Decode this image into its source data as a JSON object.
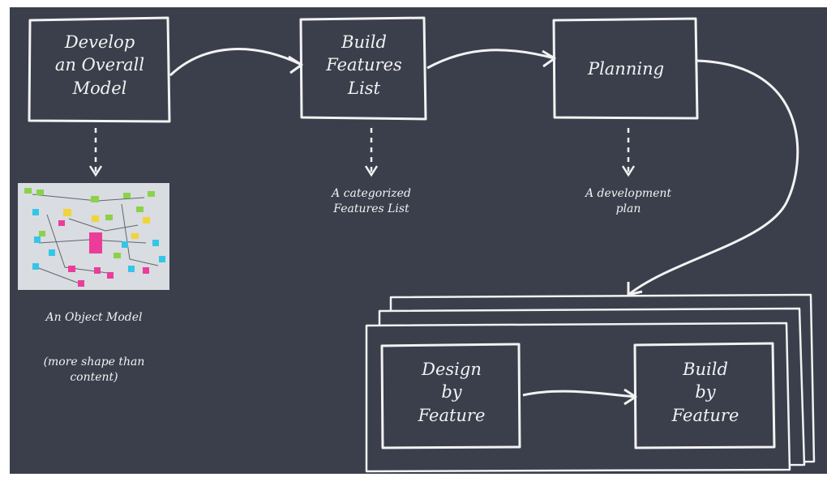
{
  "boxes": {
    "develop_model": [
      "Develop",
      "an Overall",
      "Model"
    ],
    "build_features_list": [
      "Build",
      "Features",
      "List"
    ],
    "planning": [
      "Planning"
    ],
    "design_by_feature": [
      "Design",
      "by",
      "Feature"
    ],
    "build_by_feature": [
      "Build",
      "by",
      "Feature"
    ]
  },
  "outputs": {
    "features_list": [
      "A categorized",
      "Features List"
    ],
    "development_plan": [
      "A development",
      "plan"
    ],
    "object_model": "An Object Model",
    "object_model_note": [
      "(more shape than",
      "content)"
    ]
  },
  "colors": {
    "chalkboard": "#3b3f4c",
    "chalk": "#f2f2f2",
    "sticky_green": "#8bd24a",
    "sticky_yellow": "#f0d43a",
    "sticky_cyan": "#33c6e8",
    "sticky_pink": "#ec3c9a",
    "photo_background": "#d9dce0"
  }
}
